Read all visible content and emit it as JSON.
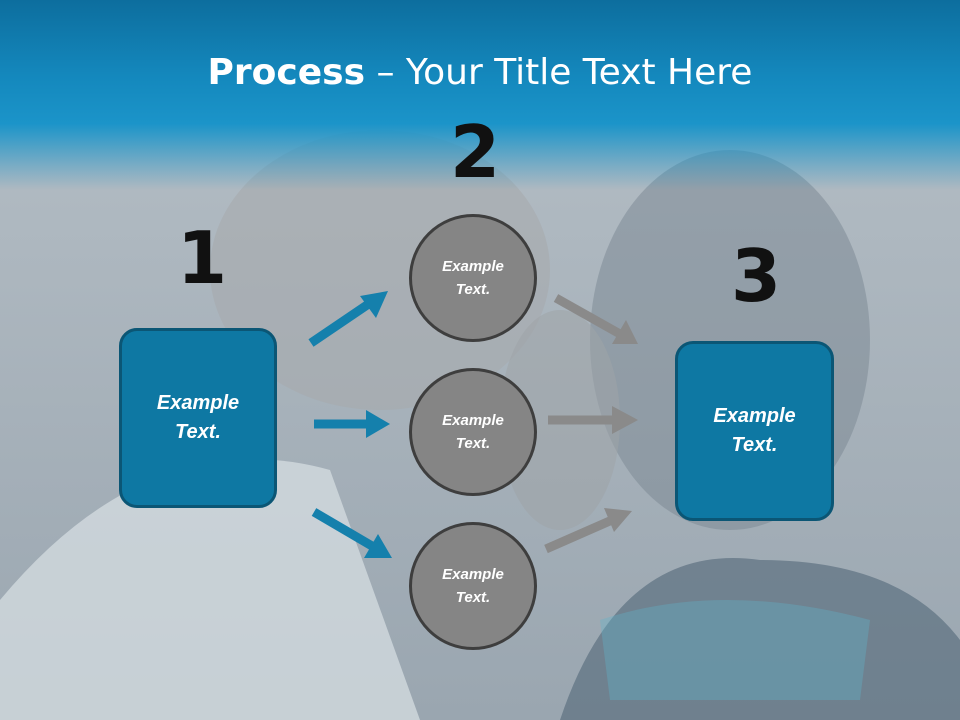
{
  "title": {
    "bold": "Process",
    "rest": " – Your Title Text Here"
  },
  "steps": [
    {
      "number": "1",
      "label": "Example Text."
    },
    {
      "number": "2",
      "labels": [
        "Example Text.",
        "Example Text.",
        "Example Text."
      ]
    },
    {
      "number": "3",
      "label": "Example Text."
    }
  ],
  "colors": {
    "accent": "#0e78a3",
    "title_band": "#1488bd",
    "circle": "#858585",
    "gray_arrow": "#8a8a8a"
  }
}
